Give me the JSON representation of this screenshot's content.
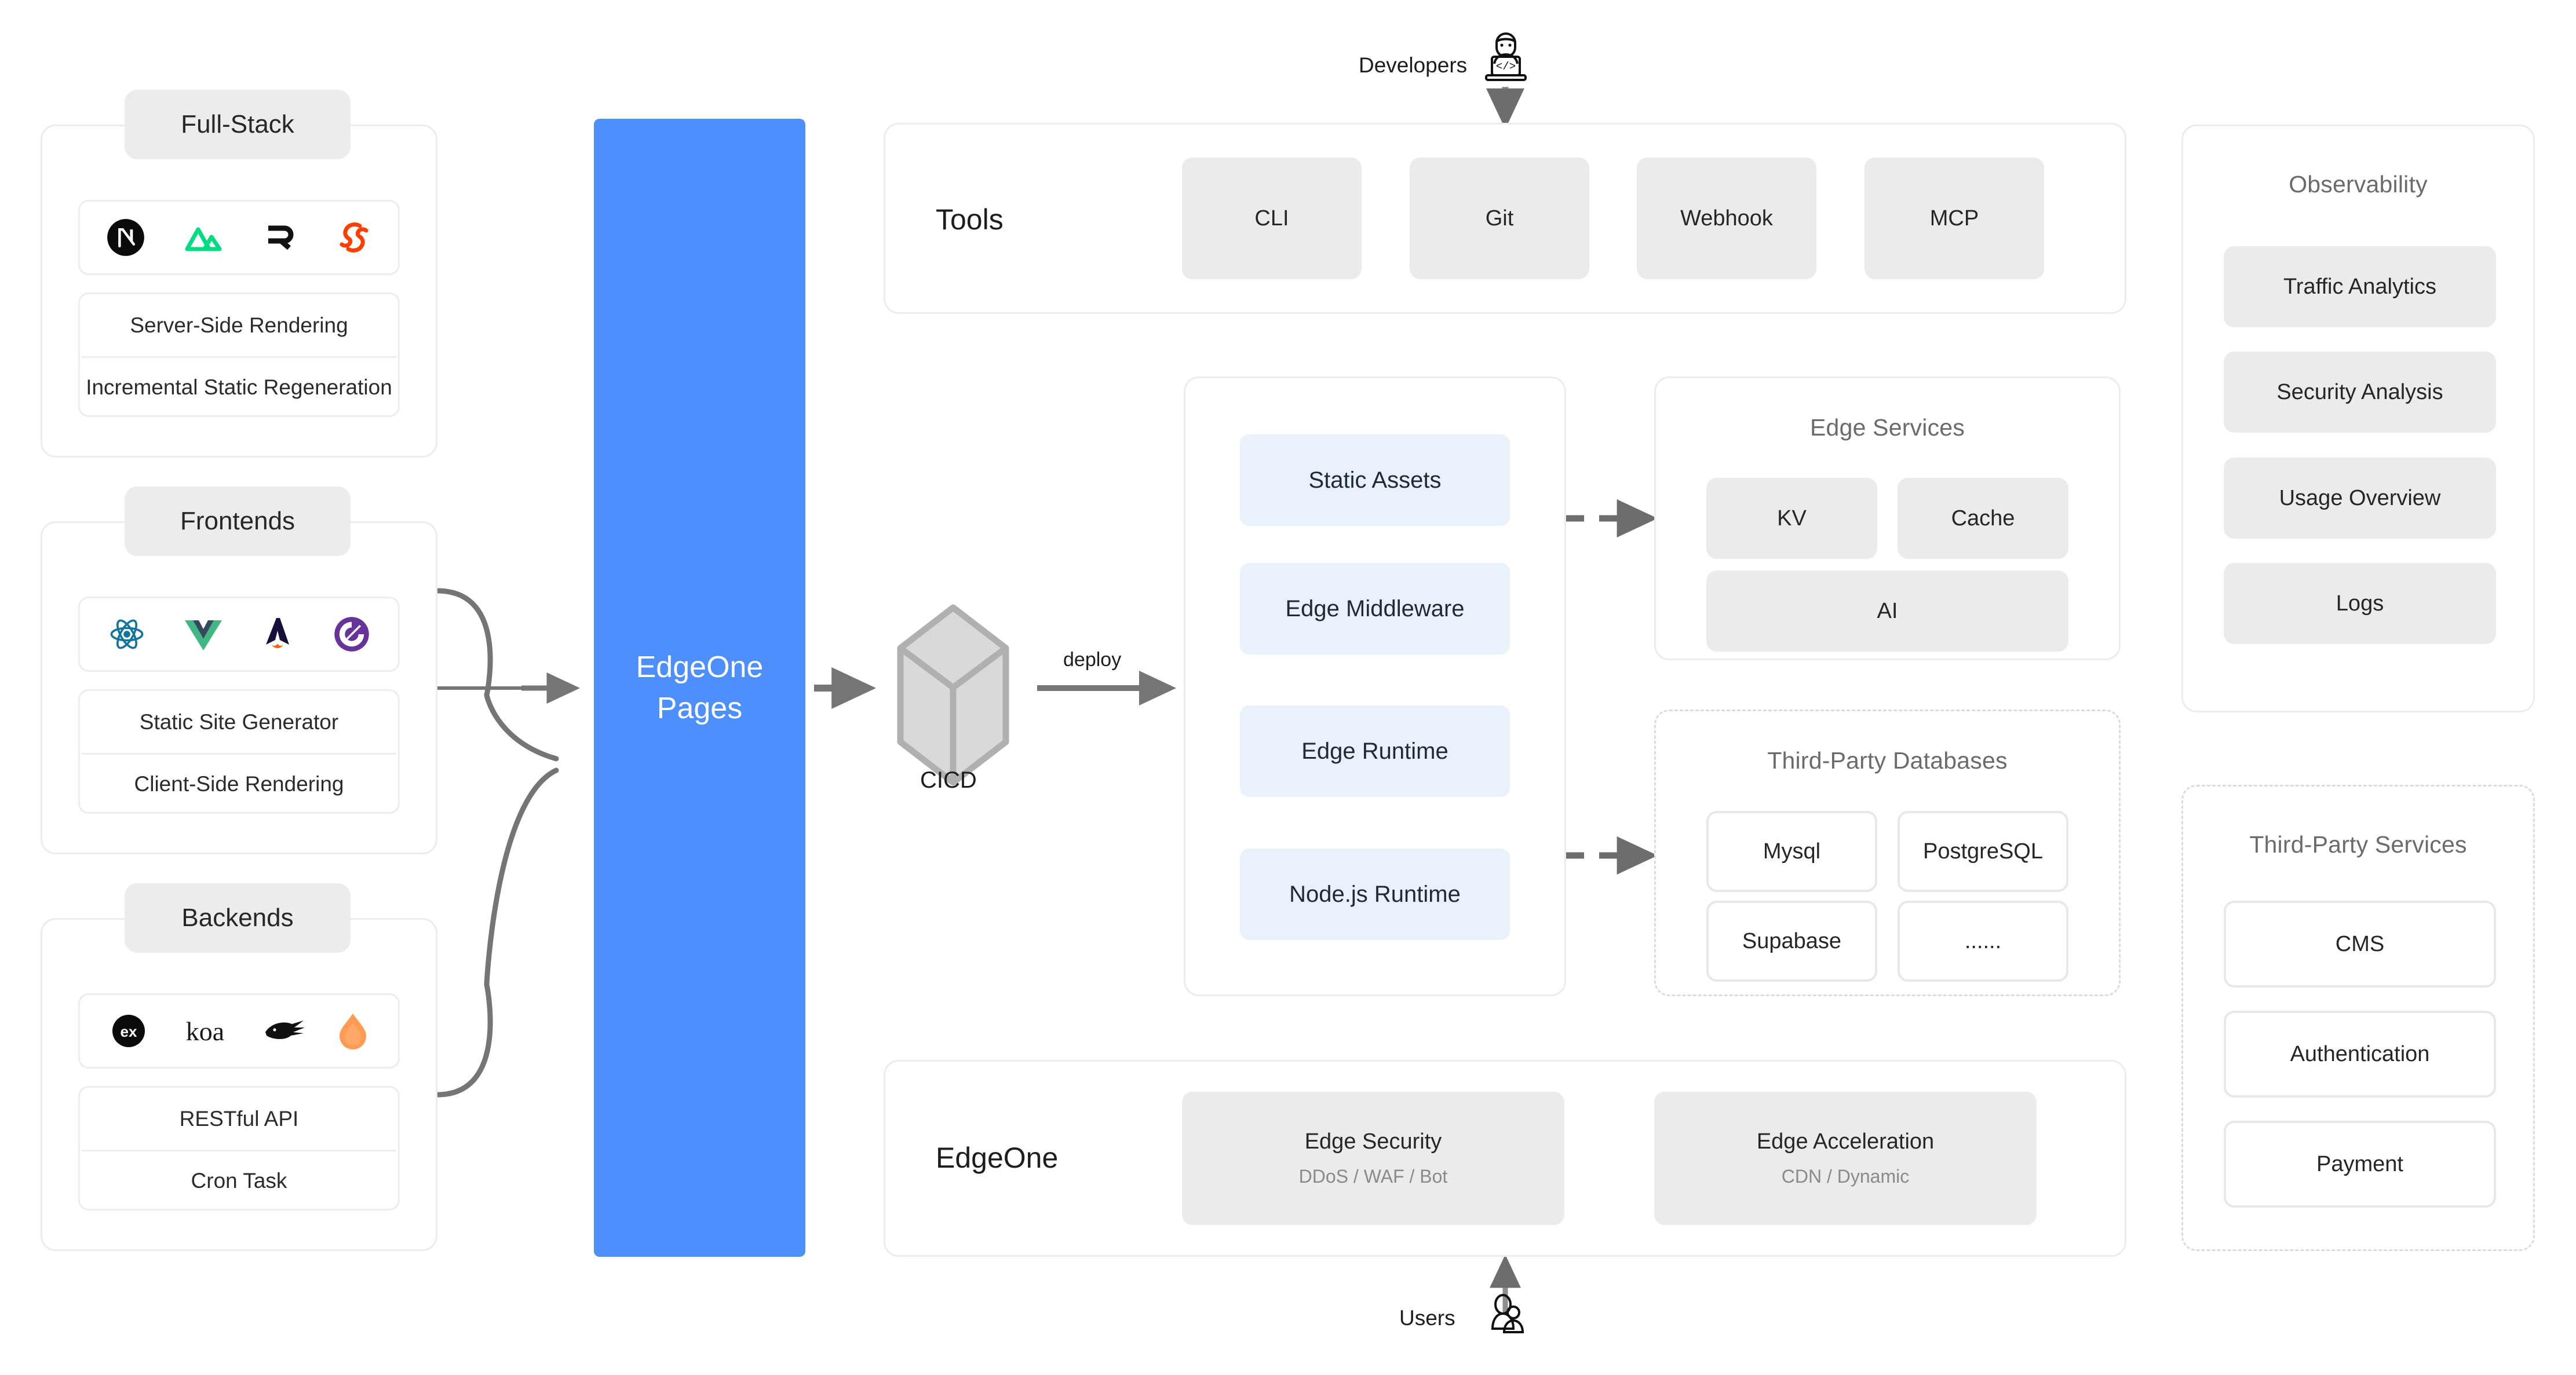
{
  "diagram": {
    "title": "EdgeOne Pages architecture",
    "accent_blue": "#4d8ffc",
    "tile_gray": "#ebebeb",
    "tile_blue": "#e9f2fa"
  },
  "center": {
    "pages_label": "EdgeOne\nPages",
    "cicd_label": "CICD",
    "deploy_label": "deploy"
  },
  "actors": {
    "developers": "Developers",
    "users": "Users"
  },
  "left_groups": [
    {
      "chip": "Full-Stack",
      "icons": [
        "nextjs-icon",
        "nuxt-icon",
        "remix-icon",
        "svelte-icon"
      ],
      "features": [
        "Server-Side Rendering",
        "Incremental Static Regeneration"
      ]
    },
    {
      "chip": "Frontends",
      "icons": [
        "react-icon",
        "vue-icon",
        "astro-icon",
        "gatsby-icon"
      ],
      "features": [
        "Static Site Generator",
        "Client-Side Rendering"
      ]
    },
    {
      "chip": "Backends",
      "icons": [
        "express-icon",
        "koa-icon",
        "fastify-icon",
        "hono-icon"
      ],
      "features": [
        "RESTful API",
        "Cron Task"
      ]
    }
  ],
  "tools": {
    "label": "Tools",
    "items": [
      "CLI",
      "Git",
      "Webhook",
      "MCP"
    ]
  },
  "runtimes": {
    "items": [
      "Static Assets",
      "Edge Middleware",
      "Edge Runtime",
      "Node.js Runtime"
    ]
  },
  "edge_services": {
    "title": "Edge Services",
    "items": [
      "KV",
      "Cache",
      "AI"
    ]
  },
  "third_party_databases": {
    "title": "Third-Party Databases",
    "items": [
      "Mysql",
      "PostgreSQL",
      "Supabase",
      "......"
    ]
  },
  "observability": {
    "title": "Observability",
    "items": [
      "Traffic Analytics",
      "Security Analysis",
      "Usage Overview",
      "Logs"
    ]
  },
  "third_party_services": {
    "title": "Third-Party Services",
    "items": [
      "CMS",
      "Authentication",
      "Payment"
    ]
  },
  "edgeone": {
    "label": "EdgeOne",
    "items": [
      {
        "title": "Edge Security",
        "sub": "DDoS / WAF / Bot"
      },
      {
        "title": "Edge Acceleration",
        "sub": "CDN / Dynamic"
      }
    ]
  }
}
